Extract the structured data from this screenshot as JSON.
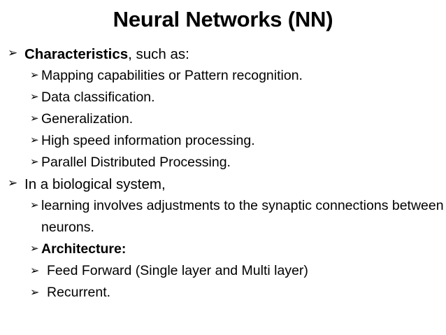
{
  "slide": {
    "title": "Neural Networks (NN)",
    "bullet_marker": "➢",
    "text_color": "#000000",
    "background_color": "#ffffff",
    "items": [
      {
        "level": 1,
        "bold_prefix": "Characteristics",
        "text": ", such as:",
        "full_text": "Characteristics, such as:"
      },
      {
        "level": 2,
        "text": "Mapping capabilities or Pattern recognition."
      },
      {
        "level": 2,
        "text": "Data classification."
      },
      {
        "level": 2,
        "text": "Generalization."
      },
      {
        "level": 2,
        "text": "High speed information processing."
      },
      {
        "level": 2,
        "text": "Parallel Distributed Processing."
      },
      {
        "level": 1,
        "text": "In a biological system,"
      },
      {
        "level": 2,
        "text": "learning involves adjustments to the synaptic connections between neurons."
      },
      {
        "level": 2,
        "bold": true,
        "text": "Architecture:"
      },
      {
        "level": 2,
        "spaced": true,
        "text": "Feed Forward (Single layer and Multi layer)"
      },
      {
        "level": 2,
        "spaced": true,
        "text": "Recurrent."
      }
    ]
  }
}
